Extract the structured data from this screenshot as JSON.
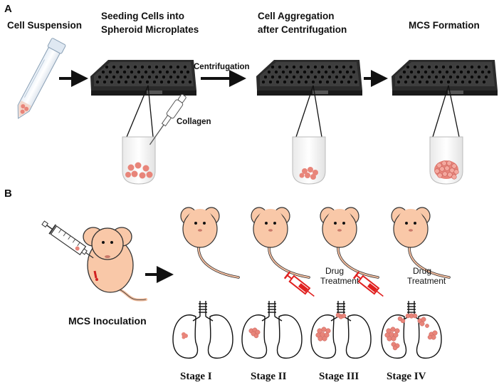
{
  "panels": {
    "a": {
      "letter": "A"
    },
    "b": {
      "letter": "B"
    }
  },
  "steps": [
    {
      "line1": "Cell Suspension",
      "line2": ""
    },
    {
      "line1": "Seeding Cells into",
      "line2": "Spheroid Microplates"
    },
    {
      "line1": "Cell Aggregation",
      "line2": "after Centrifugation"
    },
    {
      "line1": "MCS Formation",
      "line2": ""
    }
  ],
  "arrows": {
    "centrifugation": "Centrifugation",
    "collagen": "Collagen"
  },
  "inoculation": "MCS Inoculation",
  "drug_treatment": {
    "line1": "Drug",
    "line2": "Treatment"
  },
  "stages": [
    "Stage I",
    "Stage II",
    "Stage III",
    "Stage IV"
  ],
  "colors": {
    "mouse": "#f9c8a8",
    "mouse_outline": "#333333",
    "cell": "#e8857a",
    "syringe_red": "#e0201f",
    "plate": "#2b2b2b"
  }
}
